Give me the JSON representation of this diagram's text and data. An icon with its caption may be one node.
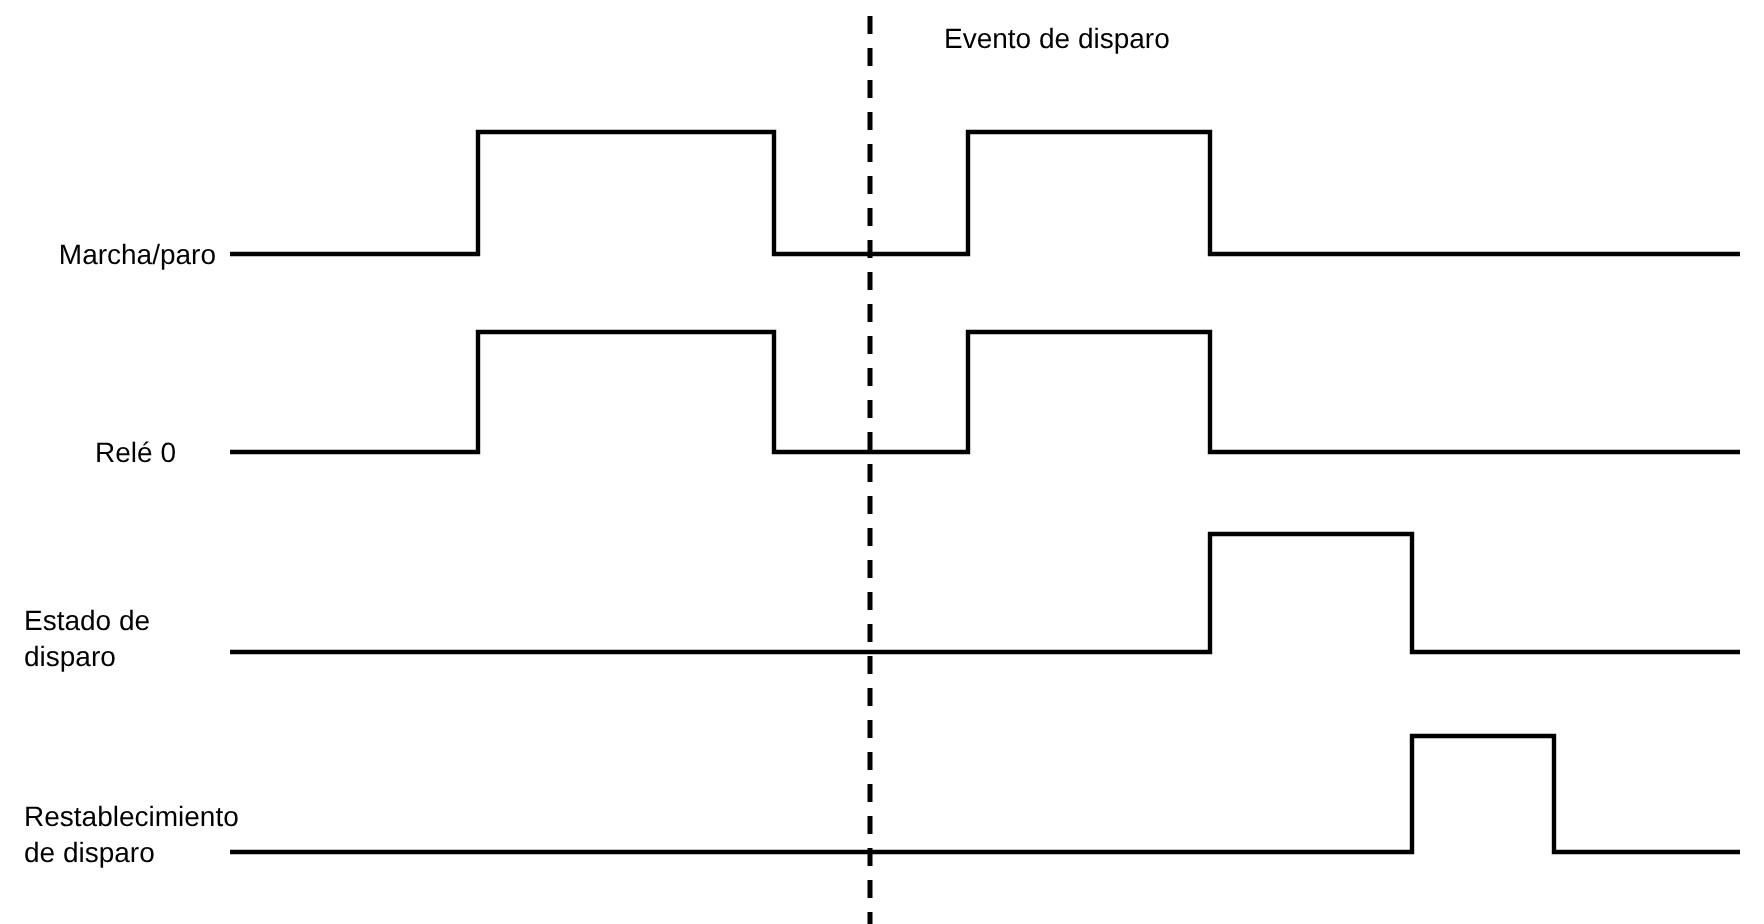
{
  "diagram": {
    "labels": [
      "Evento de disparo",
      "Marcha/paro",
      "Relé 0",
      "Estado de disparo",
      "Restablecimiento de disparo"
    ]
  }
}
